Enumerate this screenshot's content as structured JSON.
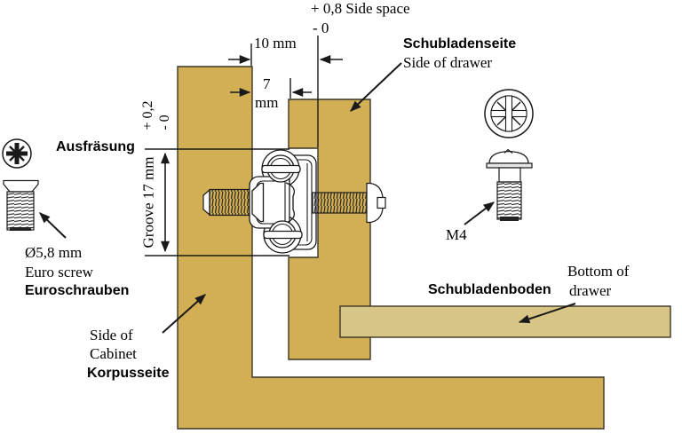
{
  "colors": {
    "wood": "#d2af55",
    "wood_light": "#d8c687",
    "line": "#1a1a1a",
    "background": "#ffffff"
  },
  "dimensions": {
    "side_space_plus": "+ 0,8 Side space",
    "side_space_minus": "- 0",
    "gap_top": "10 mm",
    "gap_mid_value": "7",
    "gap_mid_unit": "mm",
    "groove_tol_plus": "+ 0,2",
    "groove_tol_minus": "- 0",
    "groove": "Groove 17 mm",
    "euro_screw_diameter": "Ø5,8 mm",
    "machine_screw": "M4"
  },
  "labels": {
    "drawer_side_de": "Schubladenseite",
    "drawer_side_en": "Side of drawer",
    "milling_de": "Ausfräsung",
    "euro_screw_en": "Euro screw",
    "euro_screw_de": "Euroschrauben",
    "cabinet_side_en_line1": "Side of",
    "cabinet_side_en_line2": "Cabinet",
    "cabinet_side_de": "Korpusseite",
    "drawer_bottom_de": "Schubladenboden",
    "drawer_bottom_en_line1": "Bottom of",
    "drawer_bottom_en_line2": "drawer"
  }
}
